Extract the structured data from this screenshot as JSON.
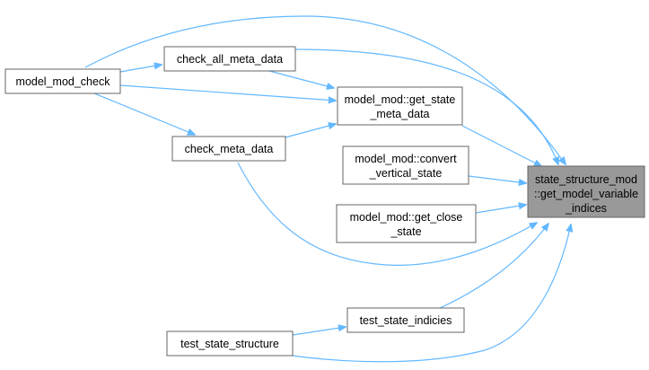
{
  "diagram": {
    "nodes": {
      "model_mod_check": {
        "lines": [
          "model_mod_check"
        ]
      },
      "check_all_meta_data": {
        "lines": [
          "check_all_meta_data"
        ]
      },
      "check_meta_data": {
        "lines": [
          "check_meta_data"
        ]
      },
      "get_state_meta_data": {
        "lines": [
          "model_mod::get_state",
          "_meta_data"
        ]
      },
      "convert_vertical_state": {
        "lines": [
          "model_mod::convert",
          "_vertical_state"
        ]
      },
      "get_close_state": {
        "lines": [
          "model_mod::get_close",
          "_state"
        ]
      },
      "get_model_variable_indices": {
        "lines": [
          "state_structure_mod",
          "::get_model_variable",
          "_indices"
        ]
      },
      "test_state_indicies": {
        "lines": [
          "test_state_indicies"
        ]
      },
      "test_state_structure": {
        "lines": [
          "test_state_structure"
        ]
      }
    },
    "edges": [
      {
        "from": "model_mod_check",
        "to": "check_all_meta_data"
      },
      {
        "from": "model_mod_check",
        "to": "get_state_meta_data"
      },
      {
        "from": "model_mod_check",
        "to": "check_meta_data"
      },
      {
        "from": "model_mod_check",
        "to": "get_model_variable_indices"
      },
      {
        "from": "check_all_meta_data",
        "to": "get_state_meta_data"
      },
      {
        "from": "check_all_meta_data",
        "to": "get_model_variable_indices"
      },
      {
        "from": "check_meta_data",
        "to": "get_state_meta_data"
      },
      {
        "from": "check_meta_data",
        "to": "get_model_variable_indices"
      },
      {
        "from": "get_state_meta_data",
        "to": "get_model_variable_indices"
      },
      {
        "from": "convert_vertical_state",
        "to": "get_model_variable_indices"
      },
      {
        "from": "get_close_state",
        "to": "get_model_variable_indices"
      },
      {
        "from": "test_state_indicies",
        "to": "get_model_variable_indices"
      },
      {
        "from": "test_state_structure",
        "to": "test_state_indicies"
      },
      {
        "from": "test_state_structure",
        "to": "get_model_variable_indices"
      }
    ],
    "colors": {
      "edge": "#63b8ff",
      "node_border": "#666666",
      "node_fill": "#ffffff",
      "focus_fill": "#999999"
    }
  }
}
